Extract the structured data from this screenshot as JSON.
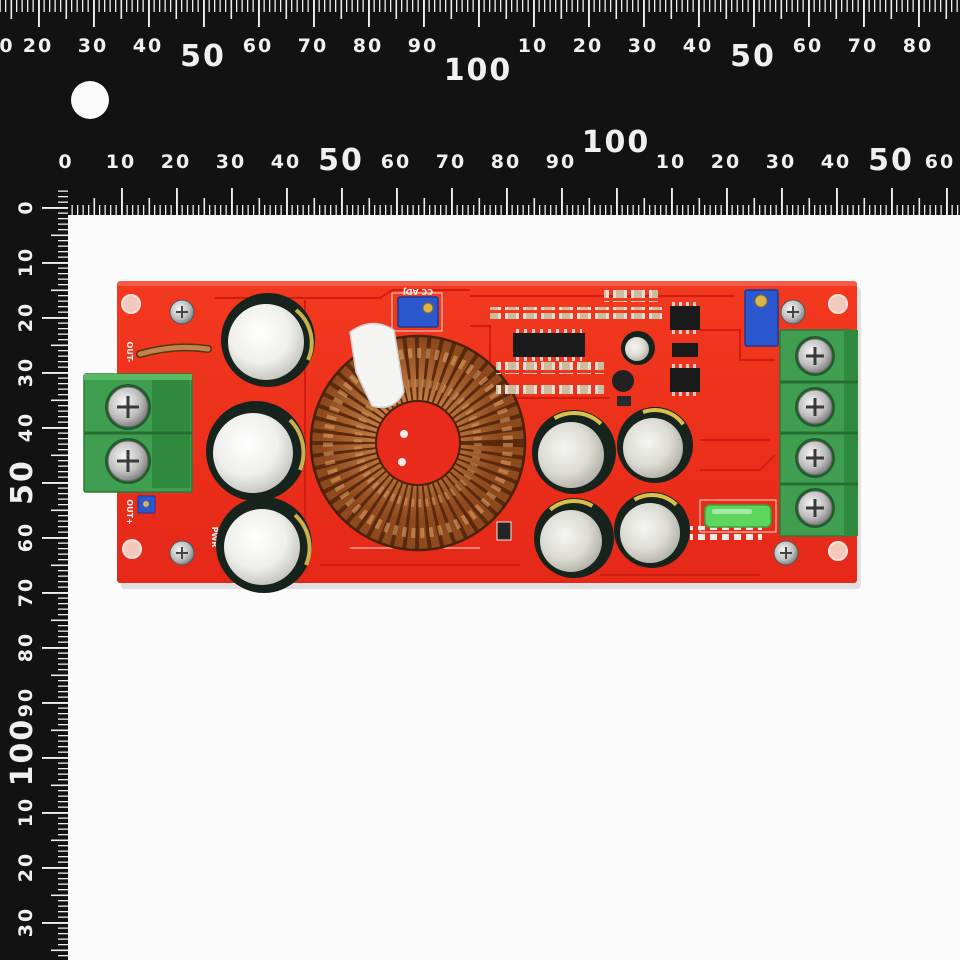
{
  "ruler": {
    "top_row1": [
      "0",
      "20",
      "30",
      "40",
      "50",
      "60",
      "70",
      "80",
      "90",
      "100",
      "10",
      "20",
      "30",
      "40",
      "50",
      "60",
      "70",
      "80"
    ],
    "top_row2": [
      "0",
      "10",
      "20",
      "30",
      "40",
      "50",
      "60",
      "70",
      "80",
      "90",
      "100",
      "10",
      "20",
      "30",
      "40",
      "50",
      "60"
    ],
    "left": [
      "0",
      "10",
      "20",
      "30",
      "40",
      "50",
      "60",
      "70",
      "80",
      "90",
      "100",
      "10",
      "20",
      "30"
    ]
  },
  "board": {
    "labels": {
      "out_minus": "OUT-",
      "out_plus": "OUT+",
      "cc_adj": "CC ADJ",
      "pwr": "PWR"
    }
  },
  "colors": {
    "pcb": "#e92b1b",
    "terminal_block": "#3f9e4f",
    "ruler": "#121212",
    "trimpot": "#2c58cf",
    "led": "#5ed65e",
    "inductor_copper": "#c4702f"
  }
}
